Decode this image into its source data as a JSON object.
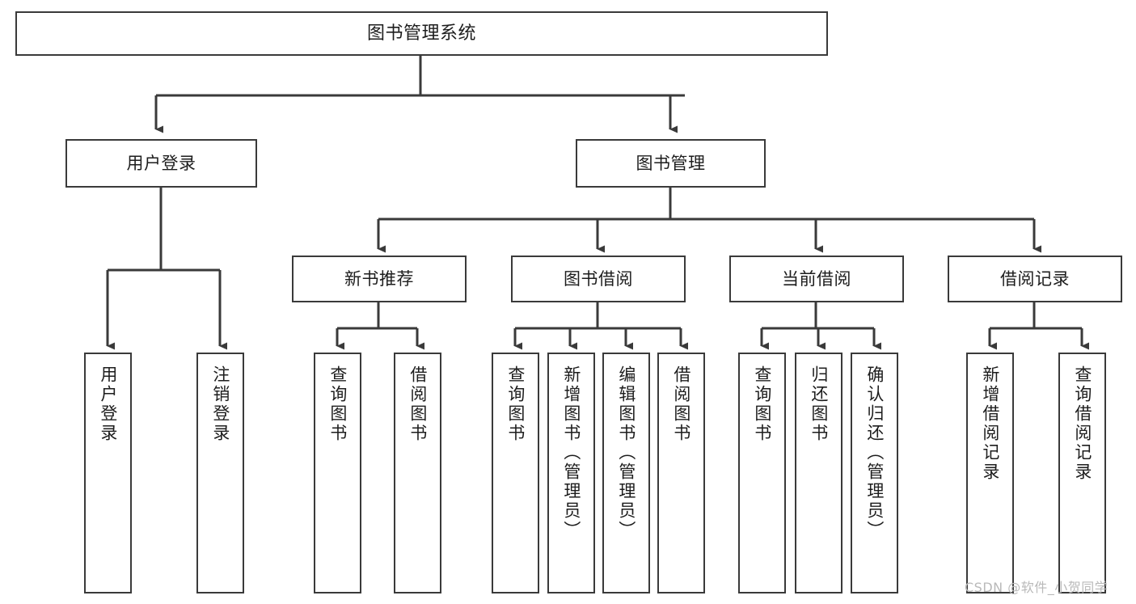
{
  "diagram": {
    "title": "图书管理系统",
    "type": "tree",
    "orientation": "top-down",
    "colors": {
      "box_border": "#3a3a3a",
      "box_fill": "#ffffff",
      "connector": "#3a3a3a",
      "text": "#1d1d1d",
      "watermark": "#b9b9b9",
      "background": "#ffffff"
    },
    "nodes": {
      "root": {
        "label": "图书管理系统",
        "level": 0,
        "text_direction": "horizontal"
      },
      "level1": [
        {
          "id": "user-login",
          "label": "用户登录",
          "text_direction": "horizontal"
        },
        {
          "id": "book-management",
          "label": "图书管理",
          "text_direction": "horizontal"
        }
      ],
      "level2": [
        {
          "id": "new-book-recommend",
          "label": "新书推荐",
          "parent": "book-management",
          "text_direction": "horizontal"
        },
        {
          "id": "book-borrow",
          "label": "图书借阅",
          "parent": "book-management",
          "text_direction": "horizontal"
        },
        {
          "id": "current-borrow",
          "label": "当前借阅",
          "parent": "book-management",
          "text_direction": "horizontal"
        },
        {
          "id": "borrow-record",
          "label": "借阅记录",
          "parent": "book-management",
          "text_direction": "horizontal"
        }
      ],
      "leaves": [
        {
          "id": "leaf-user-login",
          "label": "用户登录",
          "parent": "user-login",
          "text_direction": "vertical"
        },
        {
          "id": "leaf-logout-login",
          "label": "注销登录",
          "parent": "user-login",
          "text_direction": "vertical"
        },
        {
          "id": "leaf-query-book-1",
          "label": "查询图书",
          "parent": "new-book-recommend",
          "text_direction": "vertical"
        },
        {
          "id": "leaf-borrow-book-1",
          "label": "借阅图书",
          "parent": "new-book-recommend",
          "text_direction": "vertical"
        },
        {
          "id": "leaf-query-book-2",
          "label": "查询图书",
          "parent": "book-borrow",
          "text_direction": "vertical"
        },
        {
          "id": "leaf-add-book",
          "label": "新增图书（管理员）",
          "parent": "book-borrow",
          "text_direction": "vertical"
        },
        {
          "id": "leaf-edit-book",
          "label": "编辑图书（管理员）",
          "parent": "book-borrow",
          "text_direction": "vertical"
        },
        {
          "id": "leaf-borrow-book-2",
          "label": "借阅图书",
          "parent": "book-borrow",
          "text_direction": "vertical"
        },
        {
          "id": "leaf-query-book-3",
          "label": "查询图书",
          "parent": "current-borrow",
          "text_direction": "vertical"
        },
        {
          "id": "leaf-return-book",
          "label": "归还图书",
          "parent": "current-borrow",
          "text_direction": "vertical"
        },
        {
          "id": "leaf-confirm-return",
          "label": "确认归还（管理员）",
          "parent": "current-borrow",
          "text_direction": "vertical"
        },
        {
          "id": "leaf-add-record",
          "label": "新增借阅记录",
          "parent": "borrow-record",
          "text_direction": "vertical"
        },
        {
          "id": "leaf-query-record",
          "label": "查询借阅记录",
          "parent": "borrow-record",
          "text_direction": "vertical"
        }
      ]
    },
    "watermark": "CSDN @软件_小贺同学"
  }
}
